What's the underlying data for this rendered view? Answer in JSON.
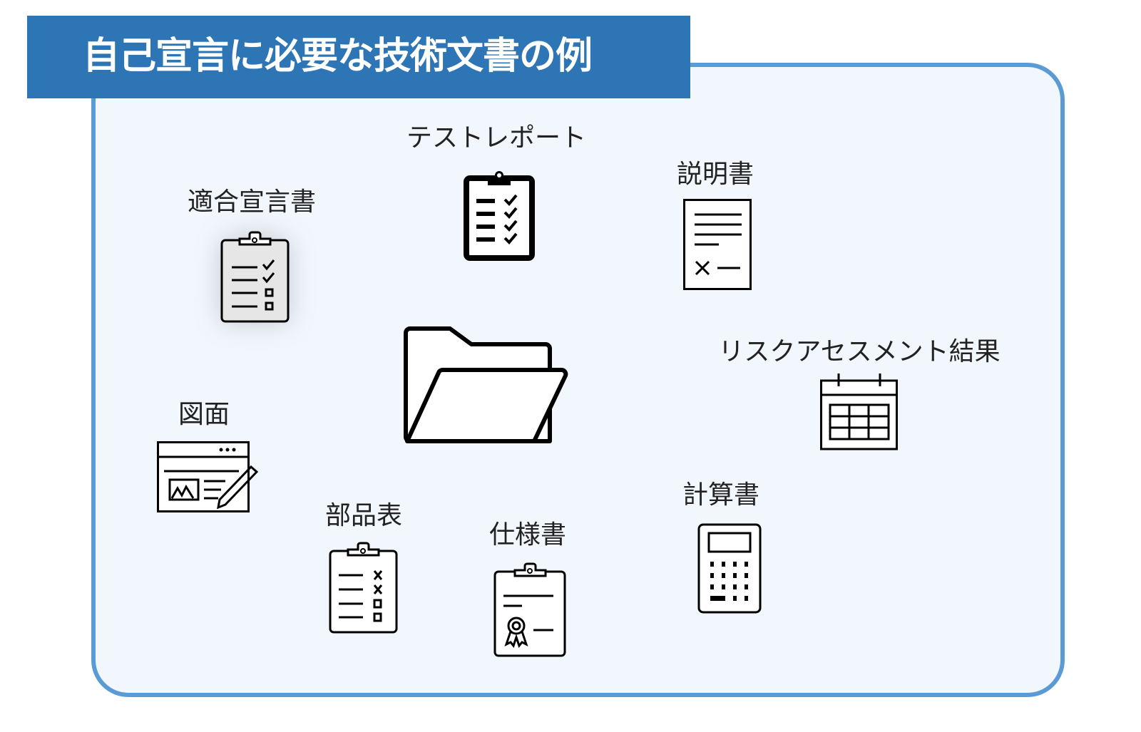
{
  "title": "自己宣言に必要な技術文書の例",
  "colors": {
    "banner": "#2E75B6",
    "panel_border": "#5B9BD5",
    "panel_bg": "#F2F7FD"
  },
  "documents": [
    {
      "label": "テストレポート",
      "icon": "clipboard-checklist-icon"
    },
    {
      "label": "適合宣言書",
      "icon": "clipboard-checks-boxes-icon"
    },
    {
      "label": "説明書",
      "icon": "document-icon"
    },
    {
      "label": "リスクアセスメント結果",
      "icon": "calendar-table-icon"
    },
    {
      "label": "図面",
      "icon": "drawing-window-pencil-icon"
    },
    {
      "label": "部品表",
      "icon": "clipboard-cross-list-icon"
    },
    {
      "label": "仕様書",
      "icon": "certificate-clipboard-icon"
    },
    {
      "label": "計算書",
      "icon": "calculator-icon"
    }
  ],
  "center_icon": "open-folder-icon"
}
